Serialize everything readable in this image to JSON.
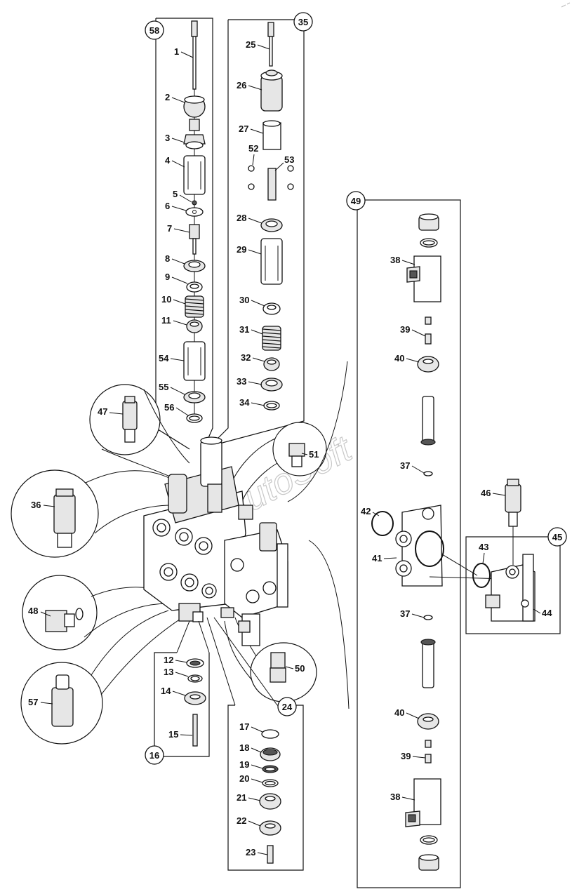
{
  "watermark": "AutoSoft",
  "groups": {
    "g58": "58",
    "g35": "35",
    "g49": "49",
    "g45": "45",
    "g16": "16",
    "g24": "24"
  },
  "labels": {
    "p1": "1",
    "p2": "2",
    "p3": "3",
    "p4": "4",
    "p5": "5",
    "p6": "6",
    "p7": "7",
    "p8": "8",
    "p9": "9",
    "p10": "10",
    "p11": "11",
    "p54": "54",
    "p55": "55",
    "p56": "56",
    "p25": "25",
    "p26": "26",
    "p27": "27",
    "p52": "52",
    "p53": "53",
    "p28": "28",
    "p29": "29",
    "p30": "30",
    "p31": "31",
    "p32": "32",
    "p33": "33",
    "p34": "34",
    "p47": "47",
    "p36": "36",
    "p51": "51",
    "p48": "48",
    "p57": "57",
    "p50": "50",
    "p12": "12",
    "p13": "13",
    "p14": "14",
    "p15": "15",
    "p17": "17",
    "p18": "18",
    "p19": "19",
    "p20": "20",
    "p21": "21",
    "p22": "22",
    "p23": "23",
    "p38a": "38",
    "p39a": "39",
    "p40a": "40",
    "p37a": "37",
    "p42": "42",
    "p41": "41",
    "p37b": "37",
    "p40b": "40",
    "p39b": "39",
    "p38b": "38",
    "p46": "46",
    "p43": "43",
    "p44": "44"
  }
}
